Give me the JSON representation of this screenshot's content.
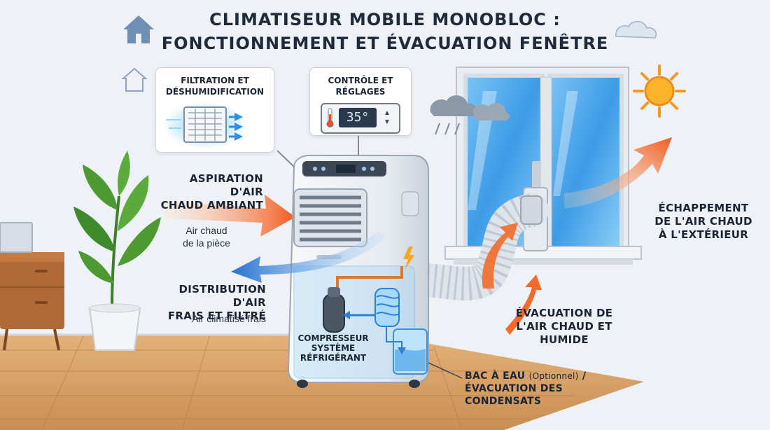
{
  "title": {
    "line1": "CLIMATISEUR MOBILE MONOBLOC :",
    "line2": "FONCTIONNEMENT ET ÉVACUATION FENÊTRE"
  },
  "filtration_card": {
    "line1": "FILTRATION ET",
    "line2": "DÉSHUMIDIFICATION"
  },
  "control_card": {
    "line1": "CONTRÔLE ET",
    "line2": "RÉGLAGES",
    "display": "35°"
  },
  "intake": {
    "line1": "ASPIRATION D'AIR",
    "line2": "CHAUD AMBIANT",
    "sub1": "Air chaud",
    "sub2": "de la pièce"
  },
  "distribution": {
    "line1": "DISTRIBUTION D'AIR",
    "line2": "FRAIS ET FILTRÉ",
    "sub": "Air climatisé frais"
  },
  "components": {
    "line1": "COMPRESSEUR",
    "line2": "SYSTÈME",
    "line3": "RÉFRIGÉRANT"
  },
  "exhaust_outside": {
    "line1": "ÉCHAPPEMENT",
    "line2": "DE L'AIR CHAUD",
    "line3": "À L'EXTÉRIEUR"
  },
  "exhaust_hose": {
    "line1": "ÉVACUATION DE",
    "line2": "L'AIR CHAUD ET",
    "line3": "HUMIDE"
  },
  "water_tank": {
    "line1": "BAC À EAU",
    "optional": "(Optionnel)",
    "slash": "/",
    "line2": "ÉVACUATION DES",
    "line3": "CONDENSATS"
  },
  "colors": {
    "hot": "#f26b2a",
    "cold": "#2e7fd6",
    "floor": "#d9a46a",
    "window": "#4aa3e6"
  },
  "icons": [
    "house-icon",
    "cloud-icon",
    "rain-cloud-icon",
    "sun-icon",
    "plant-icon",
    "thermometer-icon",
    "lightning-icon"
  ]
}
